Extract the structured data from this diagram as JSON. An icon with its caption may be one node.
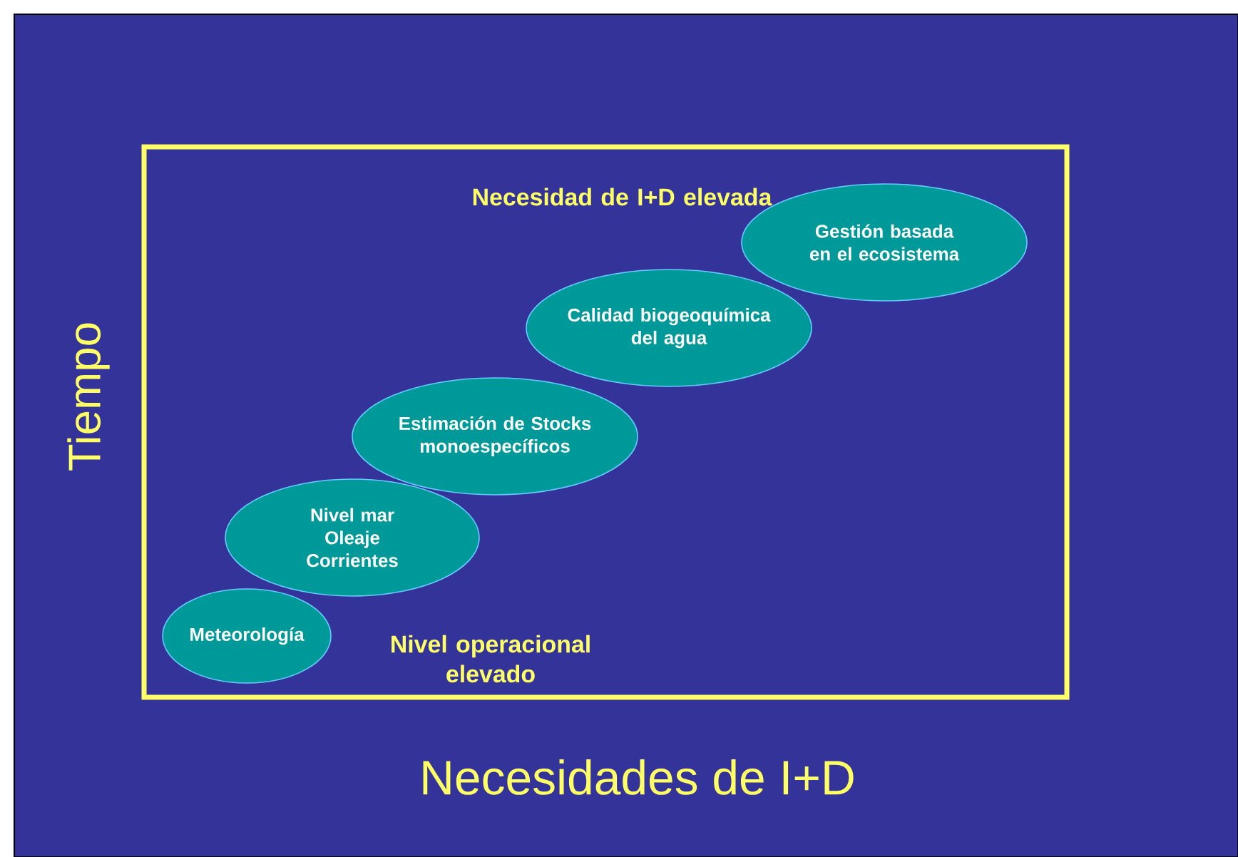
{
  "diagram": {
    "nodes": [
      {
        "text": [
          "Necesidad de I+D elevada",
          "Nivel operacional elevado"
        ]
      },
      {
        "text": [
          "Gestión basada en el ecosistema"
        ],
        "in": 0
      },
      {
        "text": [
          "Calidad biogeoquímica del agua"
        ],
        "in": 0
      },
      {
        "text": [
          "Estimación de Stocks monoespecíficos"
        ],
        "in": 0
      },
      {
        "text": [
          "Nivel mar Oleaje Corrientes"
        ],
        "in": 0
      },
      {
        "text": [
          "Meteorología"
        ],
        "in": 0
      }
    ],
    "edges": [],
    "labels": [
      "Tiempo",
      "Necesidades de I+D"
    ]
  }
}
